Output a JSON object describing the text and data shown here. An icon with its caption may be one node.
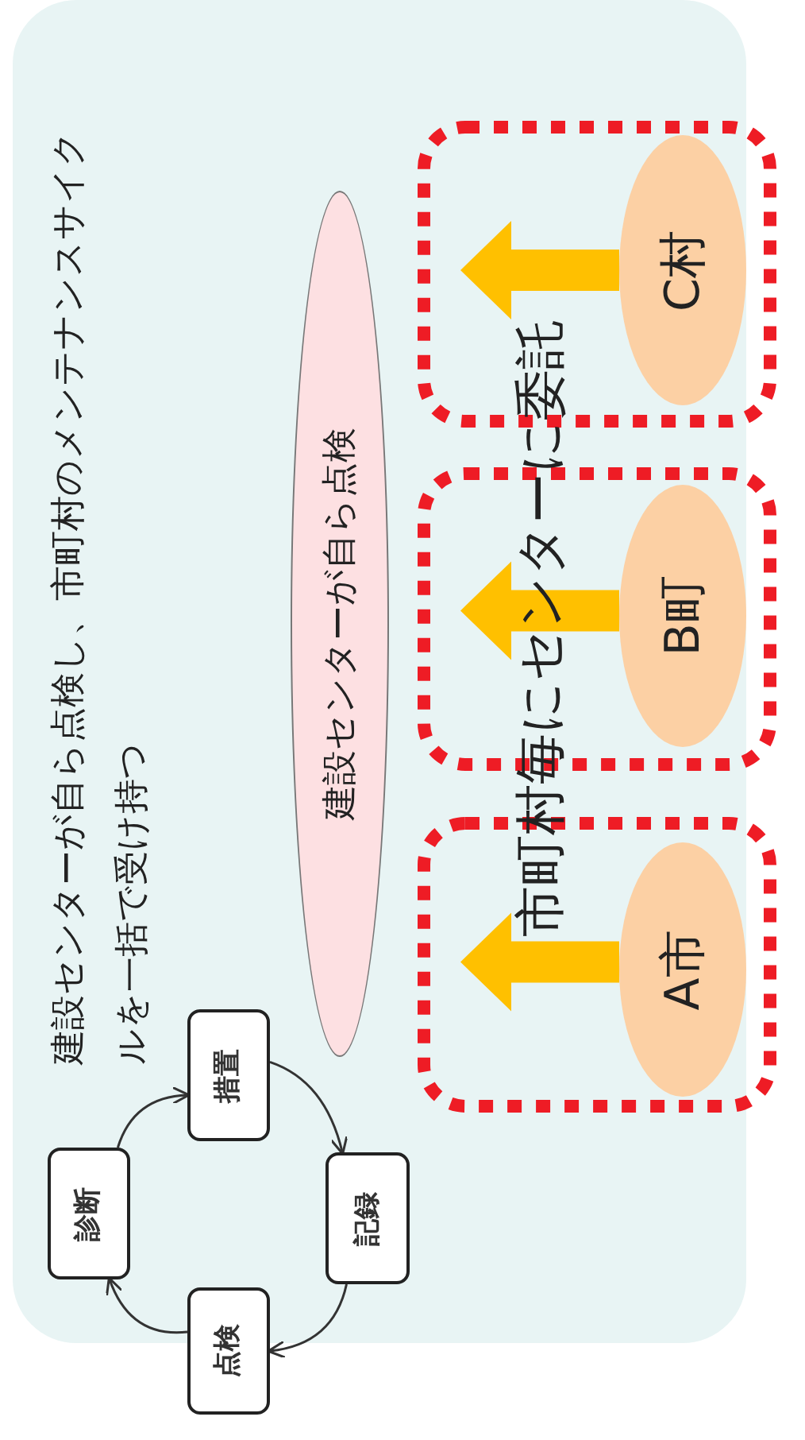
{
  "diagram": {
    "nodes": [
      {
        "text": [
          "建設センターが自ら点検"
        ]
      },
      {
        "text": [
          "点検"
        ]
      },
      {
        "text": [
          "診断"
        ]
      },
      {
        "text": [
          "措置"
        ]
      },
      {
        "text": [
          "記録"
        ]
      },
      {
        "text": [],
        "shape": "box"
      },
      {
        "text": [
          "A市"
        ],
        "in": 5
      },
      {
        "text": [],
        "shape": "box"
      },
      {
        "text": [
          "B町"
        ],
        "in": 7
      },
      {
        "text": [],
        "shape": "box"
      },
      {
        "text": [
          "C村"
        ],
        "in": 9
      }
    ],
    "edges": [
      {
        "from": 1,
        "to": 2,
        "arrow": "to"
      },
      {
        "from": 2,
        "to": 3,
        "arrow": "to"
      },
      {
        "from": 3,
        "to": 4,
        "arrow": "to"
      },
      {
        "from": 4,
        "to": 1,
        "arrow": "to"
      },
      {
        "from": 6,
        "to": null,
        "arrow": "to",
        "style": "thick",
        "color": "#ffc000"
      },
      {
        "from": 8,
        "to": null,
        "arrow": "to",
        "style": "thick",
        "color": "#ffc000"
      },
      {
        "from": 10,
        "to": null,
        "arrow": "to",
        "style": "thick",
        "color": "#ffc000"
      }
    ],
    "labels": [
      "建設センターが自ら点検し、市町村のメンテナンスサイクルを一括で受け持つ",
      "市町村毎にセンターに委託"
    ]
  }
}
